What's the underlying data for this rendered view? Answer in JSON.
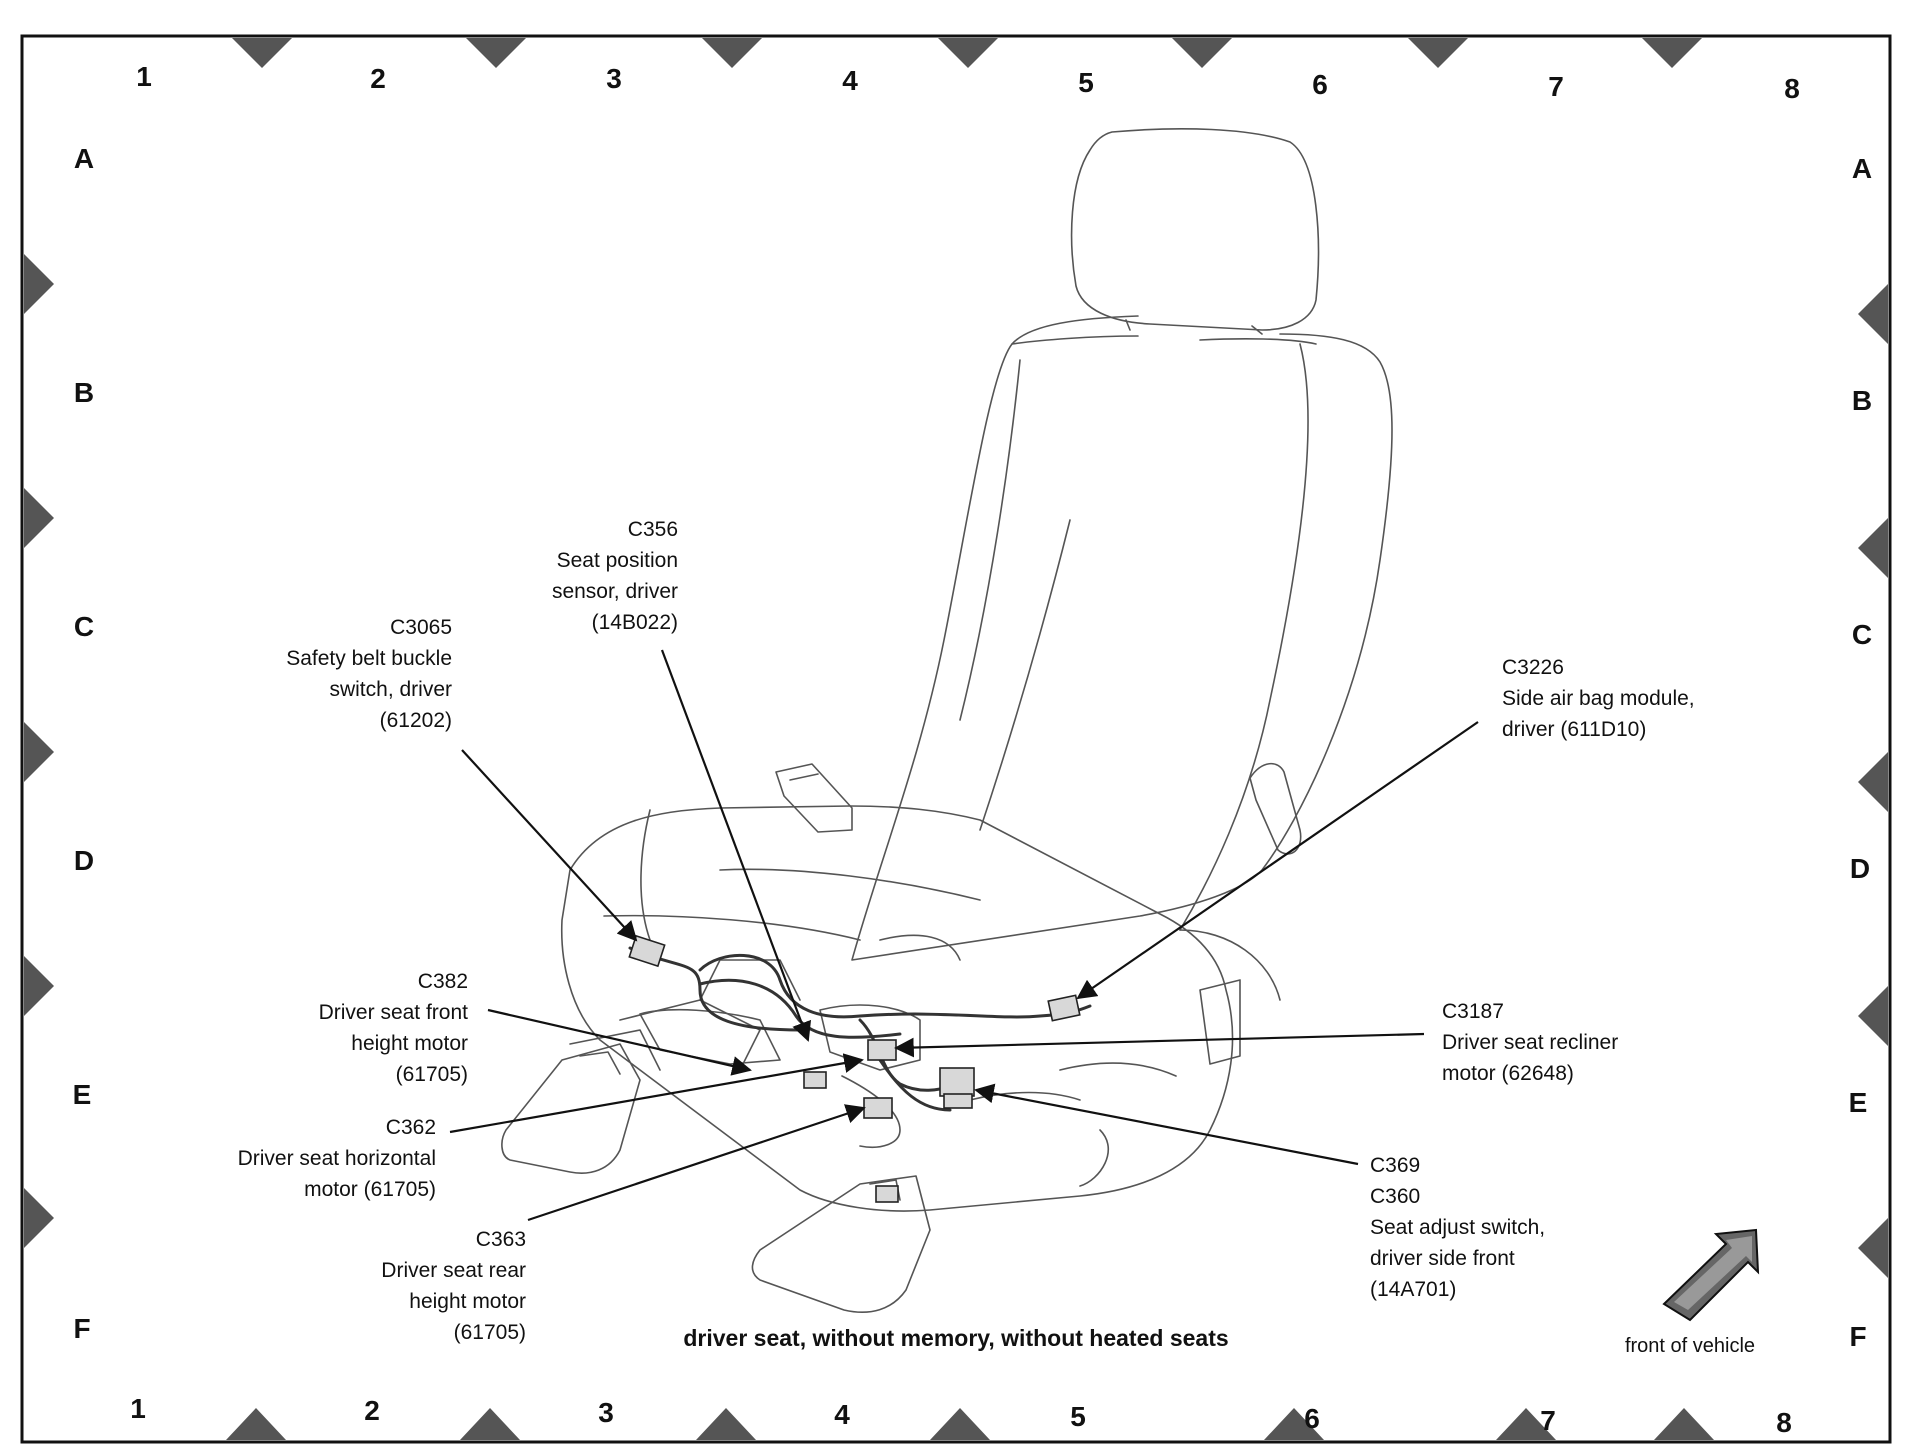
{
  "grid": {
    "columns": [
      "1",
      "2",
      "3",
      "4",
      "5",
      "6",
      "7",
      "8"
    ],
    "rows": [
      "A",
      "B",
      "C",
      "D",
      "E",
      "F"
    ]
  },
  "caption": "driver seat, without memory, without heated seats",
  "orientation_label": "front of vehicle",
  "callouts": {
    "c3065": {
      "lines": [
        "C3065",
        "Safety belt buckle",
        "switch, driver",
        "(61202)"
      ]
    },
    "c356": {
      "lines": [
        "C356",
        "Seat position",
        "sensor, driver",
        "(14B022)"
      ]
    },
    "c3226": {
      "lines": [
        "C3226",
        "Side air bag module,",
        "driver (611D10)"
      ]
    },
    "c382": {
      "lines": [
        "C382",
        "Driver seat front",
        "height motor",
        "(61705)"
      ]
    },
    "c3187": {
      "lines": [
        "C3187",
        "Driver seat recliner",
        "motor (62648)"
      ]
    },
    "c362": {
      "lines": [
        "C362",
        "Driver seat horizontal",
        "motor (61705)"
      ]
    },
    "c363": {
      "lines": [
        "C363",
        "Driver seat rear",
        "height motor",
        "(61705)"
      ]
    },
    "c369": {
      "lines": [
        "C369",
        "C360",
        "Seat adjust switch,",
        "driver side front",
        "(14A701)"
      ]
    }
  },
  "colors": {
    "ink": "#111111",
    "seat_line": "#555555",
    "marker": "#444444"
  }
}
